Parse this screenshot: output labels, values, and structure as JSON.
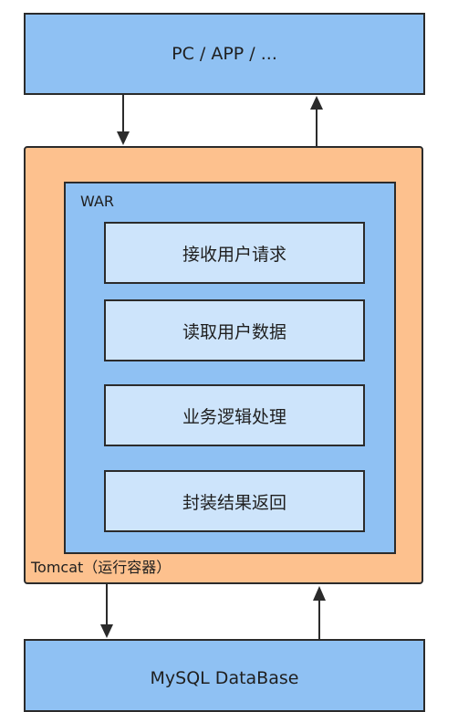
{
  "client": {
    "label": "PC  / APP / ..."
  },
  "container": {
    "label": "Tomcat（运行容器）",
    "war": {
      "label": "WAR",
      "steps": [
        {
          "label": "接收用户请求"
        },
        {
          "label": "读取用户数据"
        },
        {
          "label": "业务逻辑处理"
        },
        {
          "label": "封装结果返回"
        }
      ]
    }
  },
  "database": {
    "label": "MySQL DataBase"
  },
  "colors": {
    "client_fill": "#8fc1f3",
    "container_fill": "#fdc18e",
    "war_fill": "#8fc1f3",
    "step_fill": "#cde4fb",
    "stroke": "#2b2b2b"
  }
}
